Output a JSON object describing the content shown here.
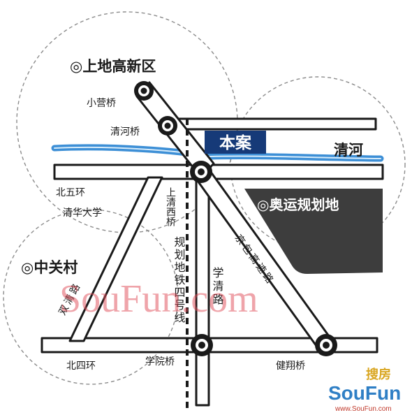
{
  "colors": {
    "river": "#3d8fd6",
    "road_outline": "#1a1a1a",
    "project_box": "#163a78",
    "olympic_block": "#3d3d3d",
    "watermark": "#e04a55",
    "logo_text": "#2f7fc5"
  },
  "zones": {
    "shangdi": "◎上地高新区",
    "zhongguancun": "◎中关村",
    "olympic": "◎奥运规划地"
  },
  "labels": {
    "xiaoying_bridge": "小营桥",
    "qinghe_bridge": "清河桥",
    "project": "本案",
    "qinghe_river": "清河",
    "north_5th_ring": "北五环",
    "tsinghua": "清华大学",
    "shangqing_west_bridge": "上清西桥",
    "metro_line4": "规划地铁四号线",
    "xueqing_road": "学清路",
    "jingcheng_expressway": "京包高速路",
    "shuangqing_road": "双清路",
    "north_4th_ring": "北四环",
    "xueyuan_bridge": "学院桥",
    "jianxiang_bridge": "健翔桥"
  },
  "icons": {
    "bridge": "interchange-icon",
    "zone": "zone-marker-icon"
  },
  "watermark": "SouFun.com",
  "logo": {
    "name_cn": "搜房",
    "name_en": "SouFun",
    "url": "www.SouFun.com"
  }
}
